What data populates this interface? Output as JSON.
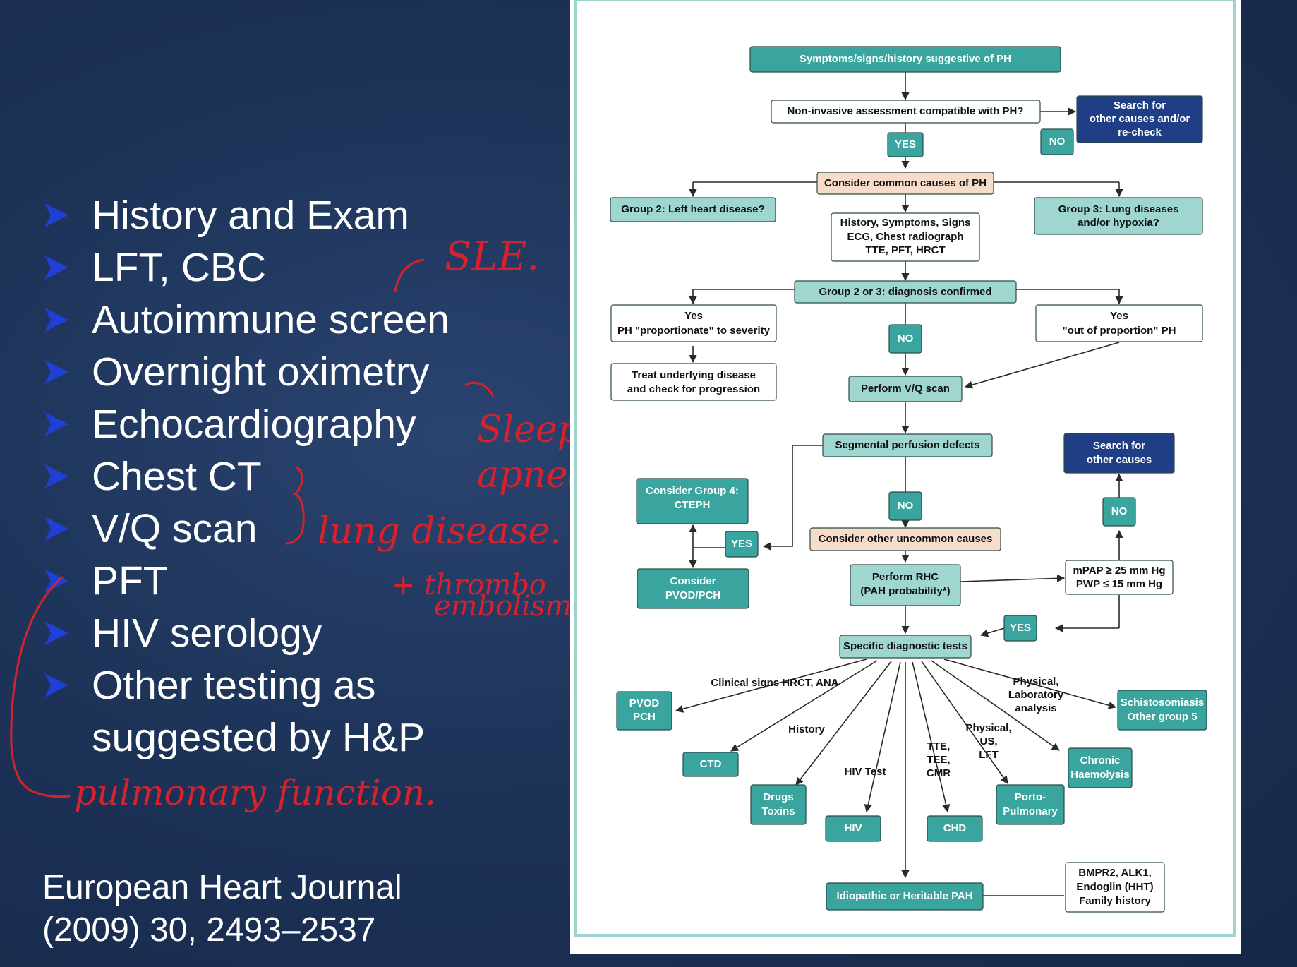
{
  "bullets": [
    "History and Exam",
    "LFT, CBC",
    "Autoimmune screen",
    "Overnight oximetry",
    "Echocardiography",
    "Chest CT",
    "V/Q scan",
    "PFT",
    "HIV serology",
    "Other testing as",
    "suggested by H&P"
  ],
  "citation": {
    "line1": "European Heart Journal",
    "line2": "(2009) 30, 2493–2537"
  },
  "handwriting": {
    "note_sle": "SLE.",
    "note_sleep": "Sleep",
    "note_apnea": "apnea.",
    "note_lung": "lung disease.",
    "note_thrombo": "+ thrombo",
    "note_embolism": "embolism.",
    "note_pulmonary": "pulmonary function."
  },
  "colors": {
    "background": "#1d3358",
    "bullet_arrow": "#1f3fd6",
    "ink": "#d6222d",
    "teal": "#3aa59e",
    "light_teal": "#9fd6cf",
    "navy": "#1f3e86",
    "peach": "#f7dcc9",
    "frame": "#9fd3cd"
  },
  "flowchart": {
    "symptoms": "Symptoms/signs/history suggestive of PH",
    "noninvasive": "Non-invasive assessment compatible with PH?",
    "search_other_recheck": [
      "Search for",
      "other causes and/or",
      "re-check"
    ],
    "no_1": "NO",
    "yes_1": "YES",
    "consider_common": "Consider common causes of PH",
    "group2": "Group 2: Left heart disease?",
    "group3": [
      "Group 3: Lung diseases",
      "and/or hypoxia?"
    ],
    "tests": [
      "History, Symptoms, Signs",
      "ECG, Chest radiograph",
      "TTE, PFT, HRCT"
    ],
    "group23_confirmed": "Group 2 or 3: diagnosis confirmed",
    "yes_proportionate": [
      "Yes",
      "PH \"proportionate\" to severity"
    ],
    "yes_out_of_proportion": [
      "Yes",
      "\"out of proportion\" PH"
    ],
    "no_2": "NO",
    "treat_underlying": [
      "Treat underlying disease",
      "and check for progression"
    ],
    "perform_vq": "Perform V/Q scan",
    "segmental": "Segmental perfusion defects",
    "search_other": [
      "Search for",
      "other causes"
    ],
    "consider_group4": [
      "Consider Group 4:",
      "CTEPH"
    ],
    "no_3": "NO",
    "no_4": "NO",
    "yes_2": "YES",
    "consider_uncommon": "Consider other uncommon causes",
    "consider_pvod": [
      "Consider",
      "PVOD/PCH"
    ],
    "perform_rhc": [
      "Perform RHC",
      "(PAH probability*)"
    ],
    "mpap": [
      "mPAP ≥ 25 mm Hg",
      "PWP ≤ 15 mm Hg"
    ],
    "yes_3": "YES",
    "specific_tests": "Specific diagnostic tests",
    "label_clinical": "Clinical signs HRCT, ANA",
    "label_physical_lab": [
      "Physical,",
      "Laboratory",
      "analysis"
    ],
    "label_history": "History",
    "label_physical_us": [
      "Physical,",
      "US,",
      "LFT"
    ],
    "label_tte": [
      "TTE,",
      "TEE,",
      "CMR"
    ],
    "label_hiv_test": "HIV Test",
    "pvod_pch": [
      "PVOD",
      "PCH"
    ],
    "schisto": [
      "Schistosomiasis",
      "Other group 5"
    ],
    "ctd": "CTD",
    "chronic_haem": [
      "Chronic",
      "Haemolysis"
    ],
    "drugs_toxins": [
      "Drugs",
      "Toxins"
    ],
    "hiv": "HIV",
    "chd": "CHD",
    "portopulmonary": [
      "Porto-",
      "Pulmonary"
    ],
    "idiopathic": "Idiopathic or Heritable PAH",
    "bmpr2": [
      "BMPR2, ALK1,",
      "Endoglin (HHT)",
      "Family history"
    ]
  }
}
